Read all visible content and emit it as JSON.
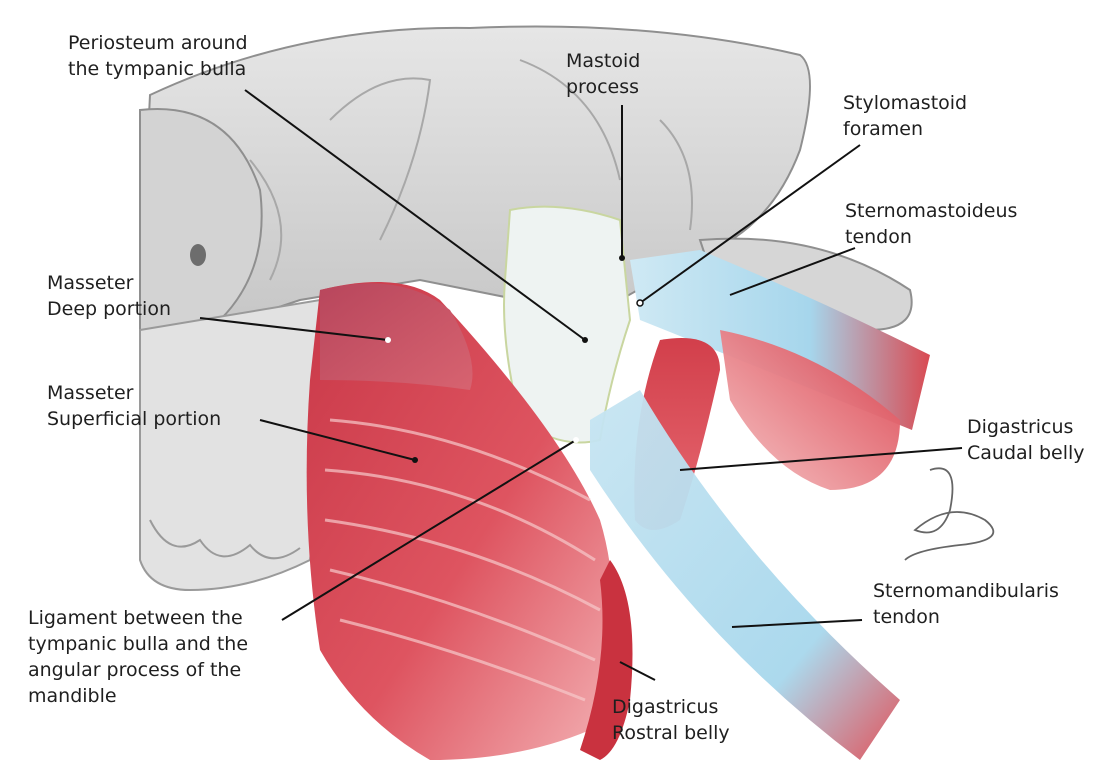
{
  "labels": {
    "periosteum": [
      "Periosteum around",
      "the tympanic bulla"
    ],
    "mastoid": [
      "Mastoid",
      "process"
    ],
    "stylomastoid": [
      "Stylomastoid",
      "foramen"
    ],
    "sternomastoideus": [
      "Sternomastoideus",
      "tendon"
    ],
    "masseter_deep": [
      "Masseter",
      "Deep portion"
    ],
    "masseter_superficial": [
      "Masseter",
      "Superficial portion"
    ],
    "digastricus_caudal": [
      "Digastricus",
      "Caudal belly"
    ],
    "sternomandibularis": [
      "Sternomandibularis",
      "tendon"
    ],
    "ligament": [
      "Ligament between the",
      "tympanic bulla and the",
      "angular process of the",
      "mandible"
    ],
    "digastricus_rostral": [
      "Digastricus",
      "Rostral belly"
    ]
  },
  "colors": {
    "bone": "#dcdcdc",
    "bone_shadow": "#a9a9a9",
    "muscle": "#d9434f",
    "muscle_light": "#ef8f93",
    "tendon": "#a9d8ee",
    "periosteum": "#eef3f2",
    "leader": "#111111"
  }
}
